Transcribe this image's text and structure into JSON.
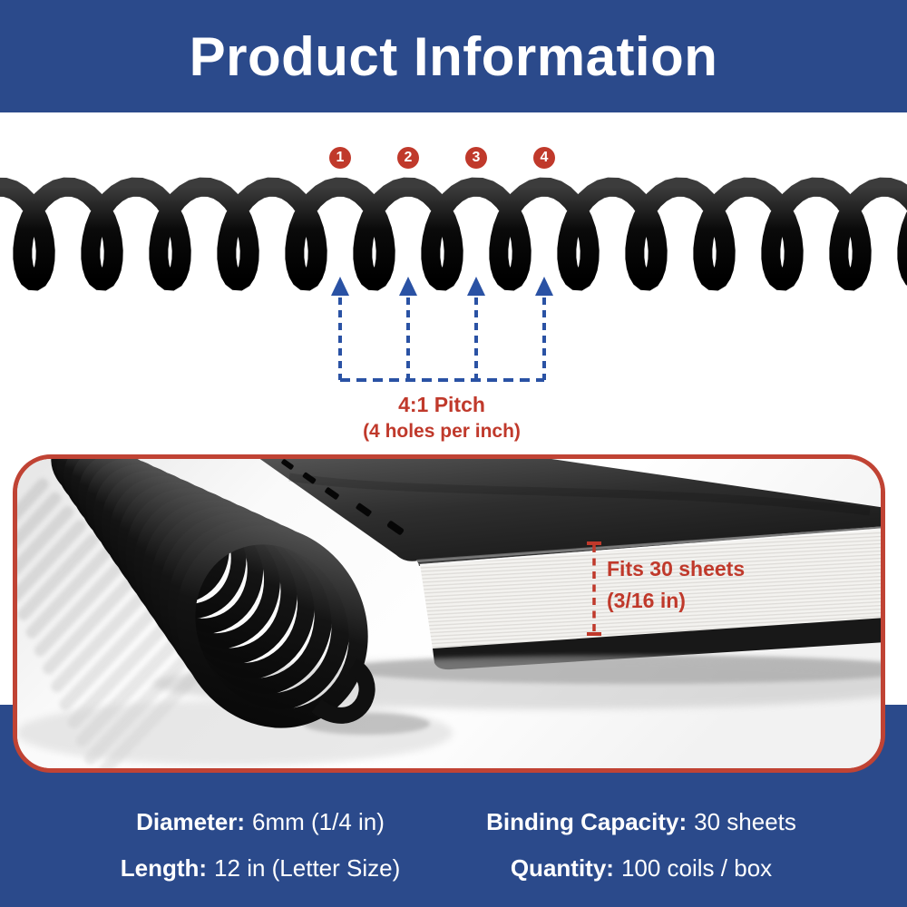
{
  "colors": {
    "brand_blue": "#2b4a8b",
    "arrow_blue": "#2a52a4",
    "accent_red": "#c0392b",
    "border_red": "#c04334"
  },
  "header": {
    "title": "Product Information"
  },
  "pitch_diagram": {
    "markers": [
      "1",
      "2",
      "3",
      "4"
    ],
    "label_line1": "4:1 Pitch",
    "label_line2": "(4 holes per inch)"
  },
  "photo": {
    "note_line1": "Fits 30 sheets",
    "note_line2": "(3/16 in)"
  },
  "specs": [
    {
      "label": "Diameter:",
      "value": "6mm (1/4 in)"
    },
    {
      "label": "Binding Capacity:",
      "value": "30 sheets"
    },
    {
      "label": "Length:",
      "value": "12 in (Letter Size)"
    },
    {
      "label": "Quantity:",
      "value": "100 coils / box"
    }
  ]
}
